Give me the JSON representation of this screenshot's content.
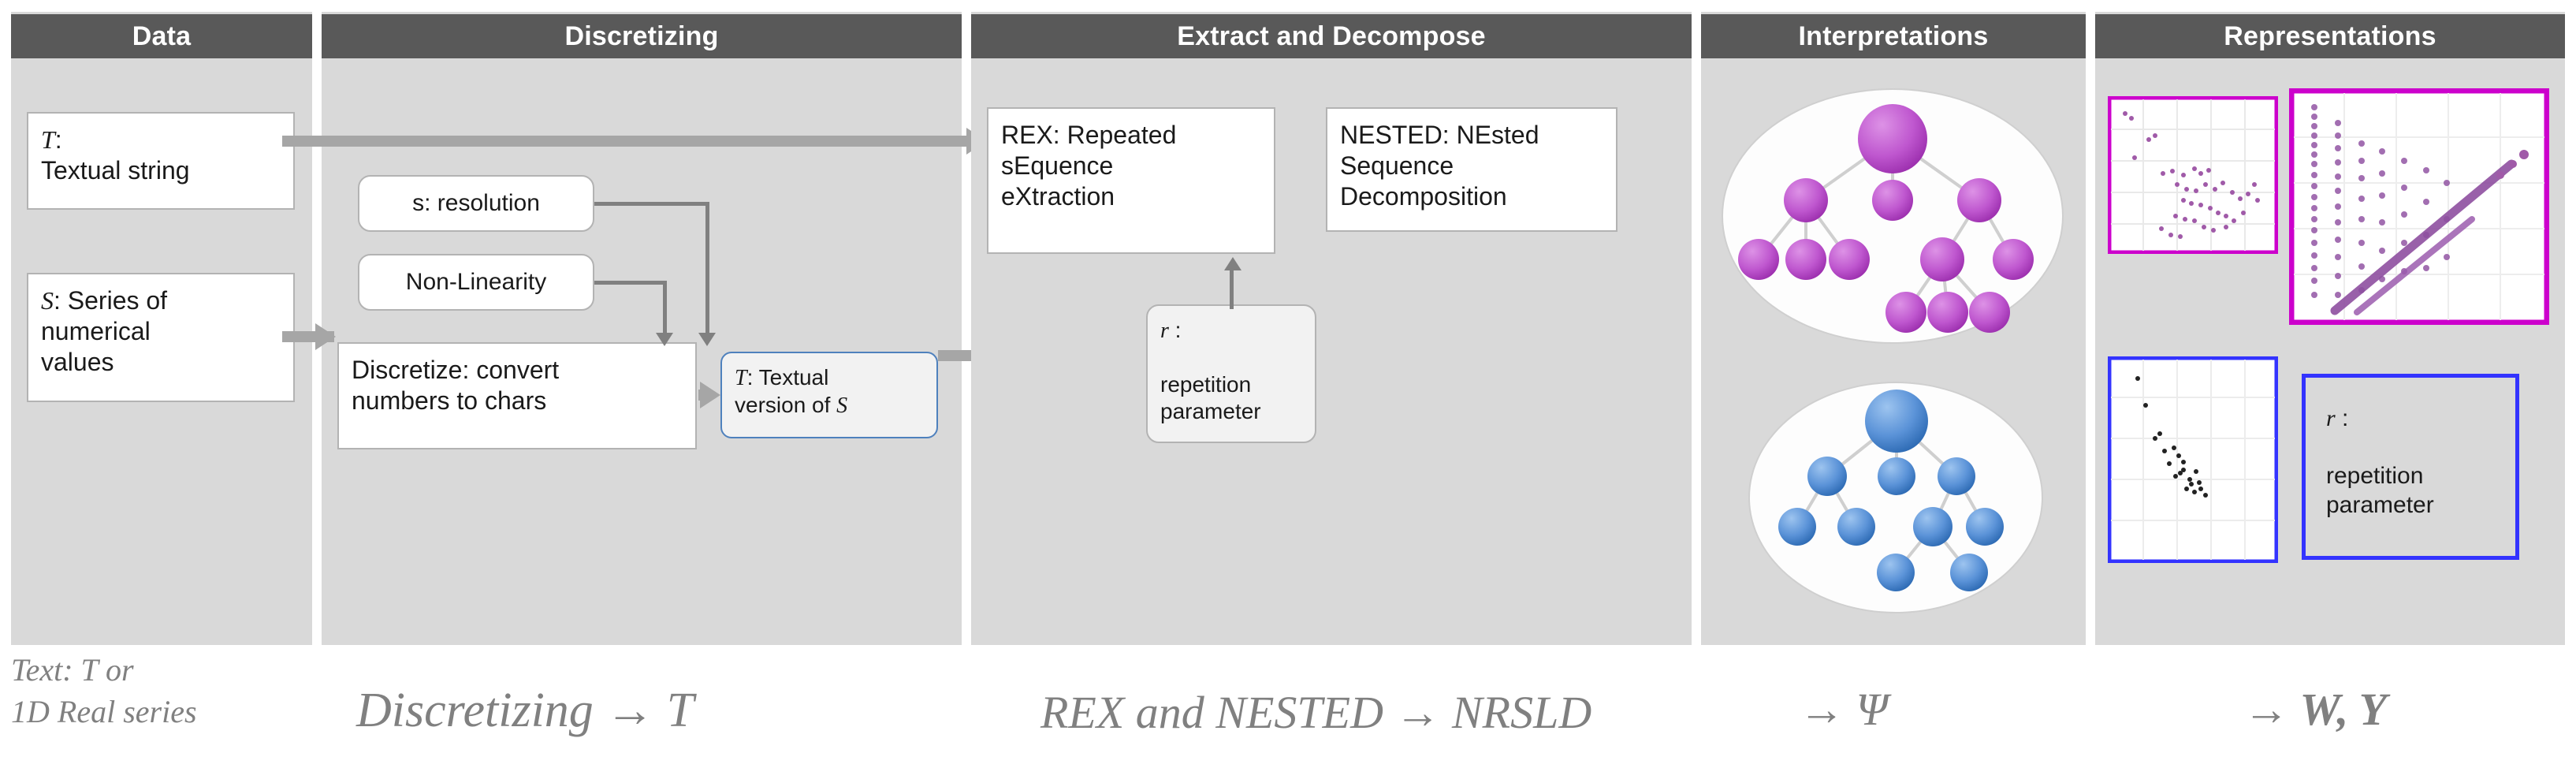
{
  "columns": [
    {
      "id": "data",
      "title": "Data"
    },
    {
      "id": "discretizing",
      "title": "Discretizing"
    },
    {
      "id": "extract",
      "title": "Extract and Decompose"
    },
    {
      "id": "interpretations",
      "title": "Interpretations"
    },
    {
      "id": "representations",
      "title": "Representations"
    }
  ],
  "data_col": {
    "text_box": {
      "symbol": "T",
      "colon": ":",
      "line2": "Textual string"
    },
    "series_box": {
      "symbol": "S",
      "rest": ": Series of",
      "line2": "numerical",
      "line3": "values"
    }
  },
  "discretizing_col": {
    "resolution_box": "s: resolution",
    "nonlinearity_box": "Non-Linearity",
    "discretize_box_line1": "Discretize: convert",
    "discretize_box_line2": "numbers to chars",
    "textual_box": {
      "symbol": "T",
      "rest": ": Textual",
      "line2_pre": "version of ",
      "line2_sym": "S"
    }
  },
  "extract_col": {
    "rex_box_line1": "REX: Repeated",
    "rex_box_line2": "sEquence",
    "rex_box_line3": "eXtraction",
    "nested_box_line1": "NESTED: NEsted",
    "nested_box_line2": "Sequence",
    "nested_box_line3": "Decomposition",
    "param_box": {
      "symbol": "r",
      "colon": " :",
      "line2": "repetition",
      "line3": "parameter"
    }
  },
  "interpretations_col": {
    "tree_top": {
      "name": "purple-tree",
      "color": "#b44fc4"
    },
    "tree_bottom": {
      "name": "blue-tree",
      "color": "#4a86d0"
    }
  },
  "representations_col": {
    "plot_top_left": {
      "name": "scatter-magenta-small",
      "border": "#cc00cc"
    },
    "plot_top_right": {
      "name": "scatter-magenta-large",
      "border": "#cc00cc"
    },
    "plot_bottom_left": {
      "name": "scatter-blue-small",
      "border": "#3333ff"
    },
    "param_box": {
      "symbol": "r",
      "colon": " :",
      "line2": "repetition",
      "line3": "parameter",
      "border": "#3333ff"
    }
  },
  "captions": [
    {
      "id": "data-caption",
      "line1": "Text: T  or",
      "line2": "1D  Real series"
    },
    {
      "id": "discretizing-caption",
      "text": "Discretizing → T"
    },
    {
      "id": "extract-caption",
      "text": "REX and NESTED → NRSLD"
    },
    {
      "id": "interpretations-caption",
      "text": "→ Ψ"
    },
    {
      "id": "representations-caption",
      "text": "→ W, Y"
    }
  ],
  "colors": {
    "header_bg": "#595959",
    "panel_bg": "#d9d9d9",
    "box_border": "#b3b3b3",
    "arrow": "#a6a6a6",
    "accent_blue": "#4f81bd",
    "magenta": "#cc00cc",
    "blue": "#3333ff",
    "purple_node": "#b44fc4",
    "blue_node": "#4a86d0"
  }
}
